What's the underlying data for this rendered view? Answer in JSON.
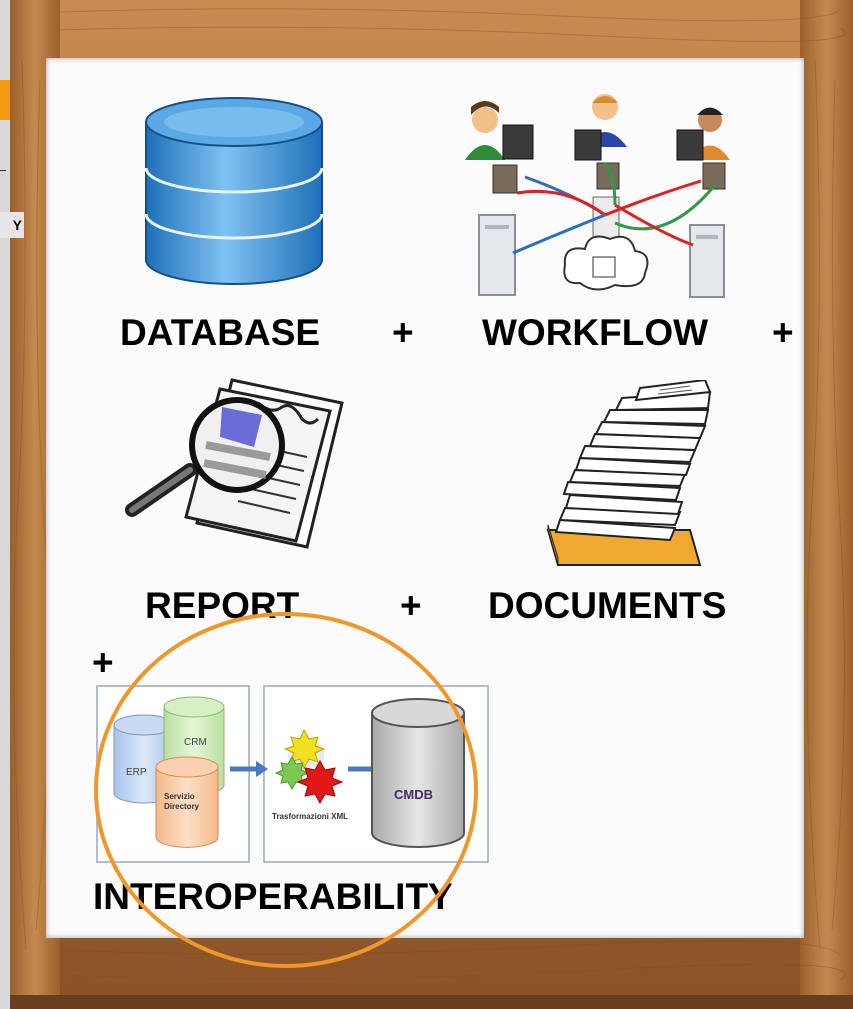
{
  "labels": {
    "database": "DATABASE",
    "plus1": "+",
    "workflow": "WORKFLOW",
    "plus2": "+",
    "report": "REPORT",
    "plus3": "+",
    "documents": "DOCUMENTS",
    "plus4": "+",
    "interoperability": "INTEROPERABILITY"
  },
  "side_tab": {
    "letter": "Y"
  },
  "interop_diagram": {
    "erp": "ERP",
    "crm": "CRM",
    "servizio": "Servizio",
    "directory": "Directory",
    "trasformazioni": "Trasformazioni XML",
    "cmdb": "CMDB"
  },
  "colors": {
    "frame_wood": "#b5773e",
    "database_blue": "#3a8fd6",
    "highlight_circle": "#f0962a"
  }
}
